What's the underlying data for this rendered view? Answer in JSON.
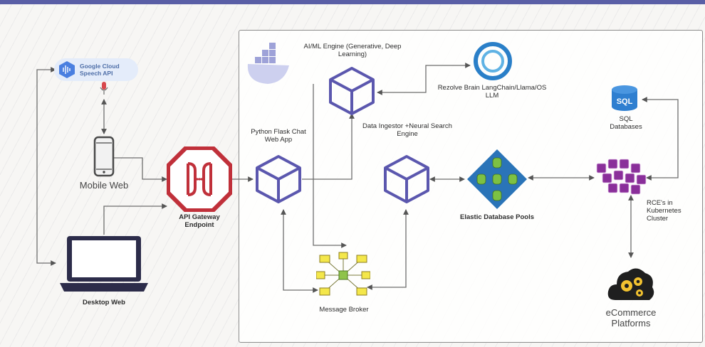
{
  "diagram": {
    "labels": {
      "google_speech": "Google Cloud Speech API",
      "mobile_web": "Mobile Web",
      "desktop_web": "Desktop Web",
      "api_gateway": "API Gateway Endpoint",
      "python_flask": "Python Flask Chat Web App",
      "ai_ml_engine": "AI/ML Engine (Generative, Deep Learning)",
      "rezolve_brain": "Rezolve Brain LangChain/Llama/OS LLM",
      "data_ingestor": "Data Ingestor +Neural Search Engine",
      "elastic_db": "Elastic Database Pools",
      "sql_db": "SQL Databases",
      "sql_badge": "SQL",
      "rce_cluster": "RCE's in Kubernetes Cluster",
      "message_broker": "Message Broker",
      "ecommerce": "eCommerce Platforms"
    }
  }
}
